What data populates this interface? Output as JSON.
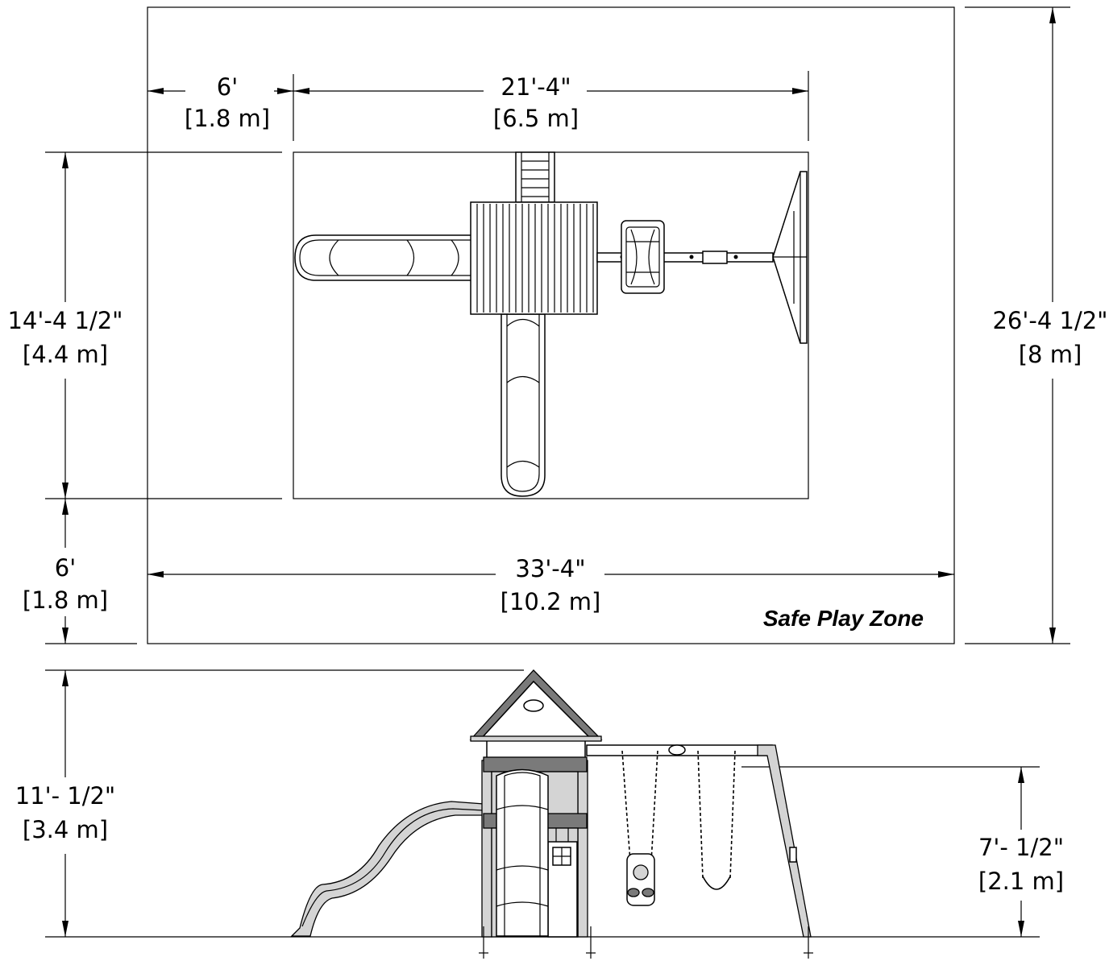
{
  "colors": {
    "line": "#000000",
    "background": "#ffffff",
    "grey_part": "#d4d4d4",
    "dark_part": "#7a7a7a"
  },
  "zone_label": "Safe Play Zone",
  "plan_dimensions": {
    "left_clearance": {
      "ft": "6'",
      "m": "[1.8 m]"
    },
    "play_width": {
      "ft": "21'-4\"",
      "m": "[6.5 m]"
    },
    "play_depth": {
      "ft": "14'-4 1/2\"",
      "m": "[4.4 m]"
    },
    "bottom_clearance": {
      "ft": "6'",
      "m": "[1.8 m]"
    },
    "total_width": {
      "ft": "33'-4\"",
      "m": "[10.2 m]"
    },
    "total_depth": {
      "ft": "26'-4 1/2\"",
      "m": "[8 m]"
    }
  },
  "elevation_dimensions": {
    "overall_height": {
      "ft": "11'- 1/2\"",
      "m": "[3.4 m]"
    },
    "swing_beam_height": {
      "ft": "7'- 1/2\"",
      "m": "[2.1 m]"
    }
  }
}
